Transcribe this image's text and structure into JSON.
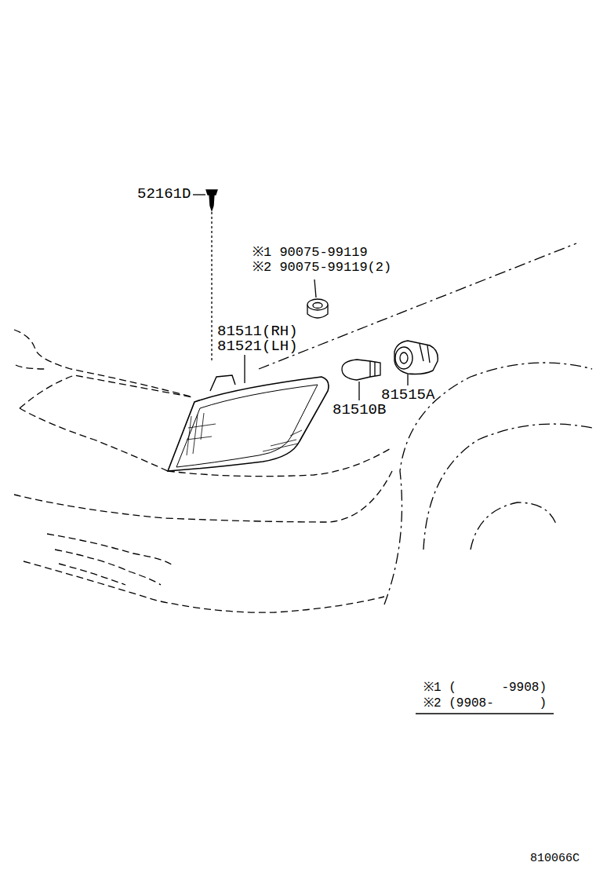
{
  "diagram": {
    "labels": [
      "52161D",
      "※1 90075-99119",
      "※2 90075-99119(2)",
      "81511(RH)",
      "81521(LH)",
      "81510B",
      "81515A",
      "※1 (      -9908)",
      "※2 (9908-      )",
      "810066C"
    ]
  }
}
